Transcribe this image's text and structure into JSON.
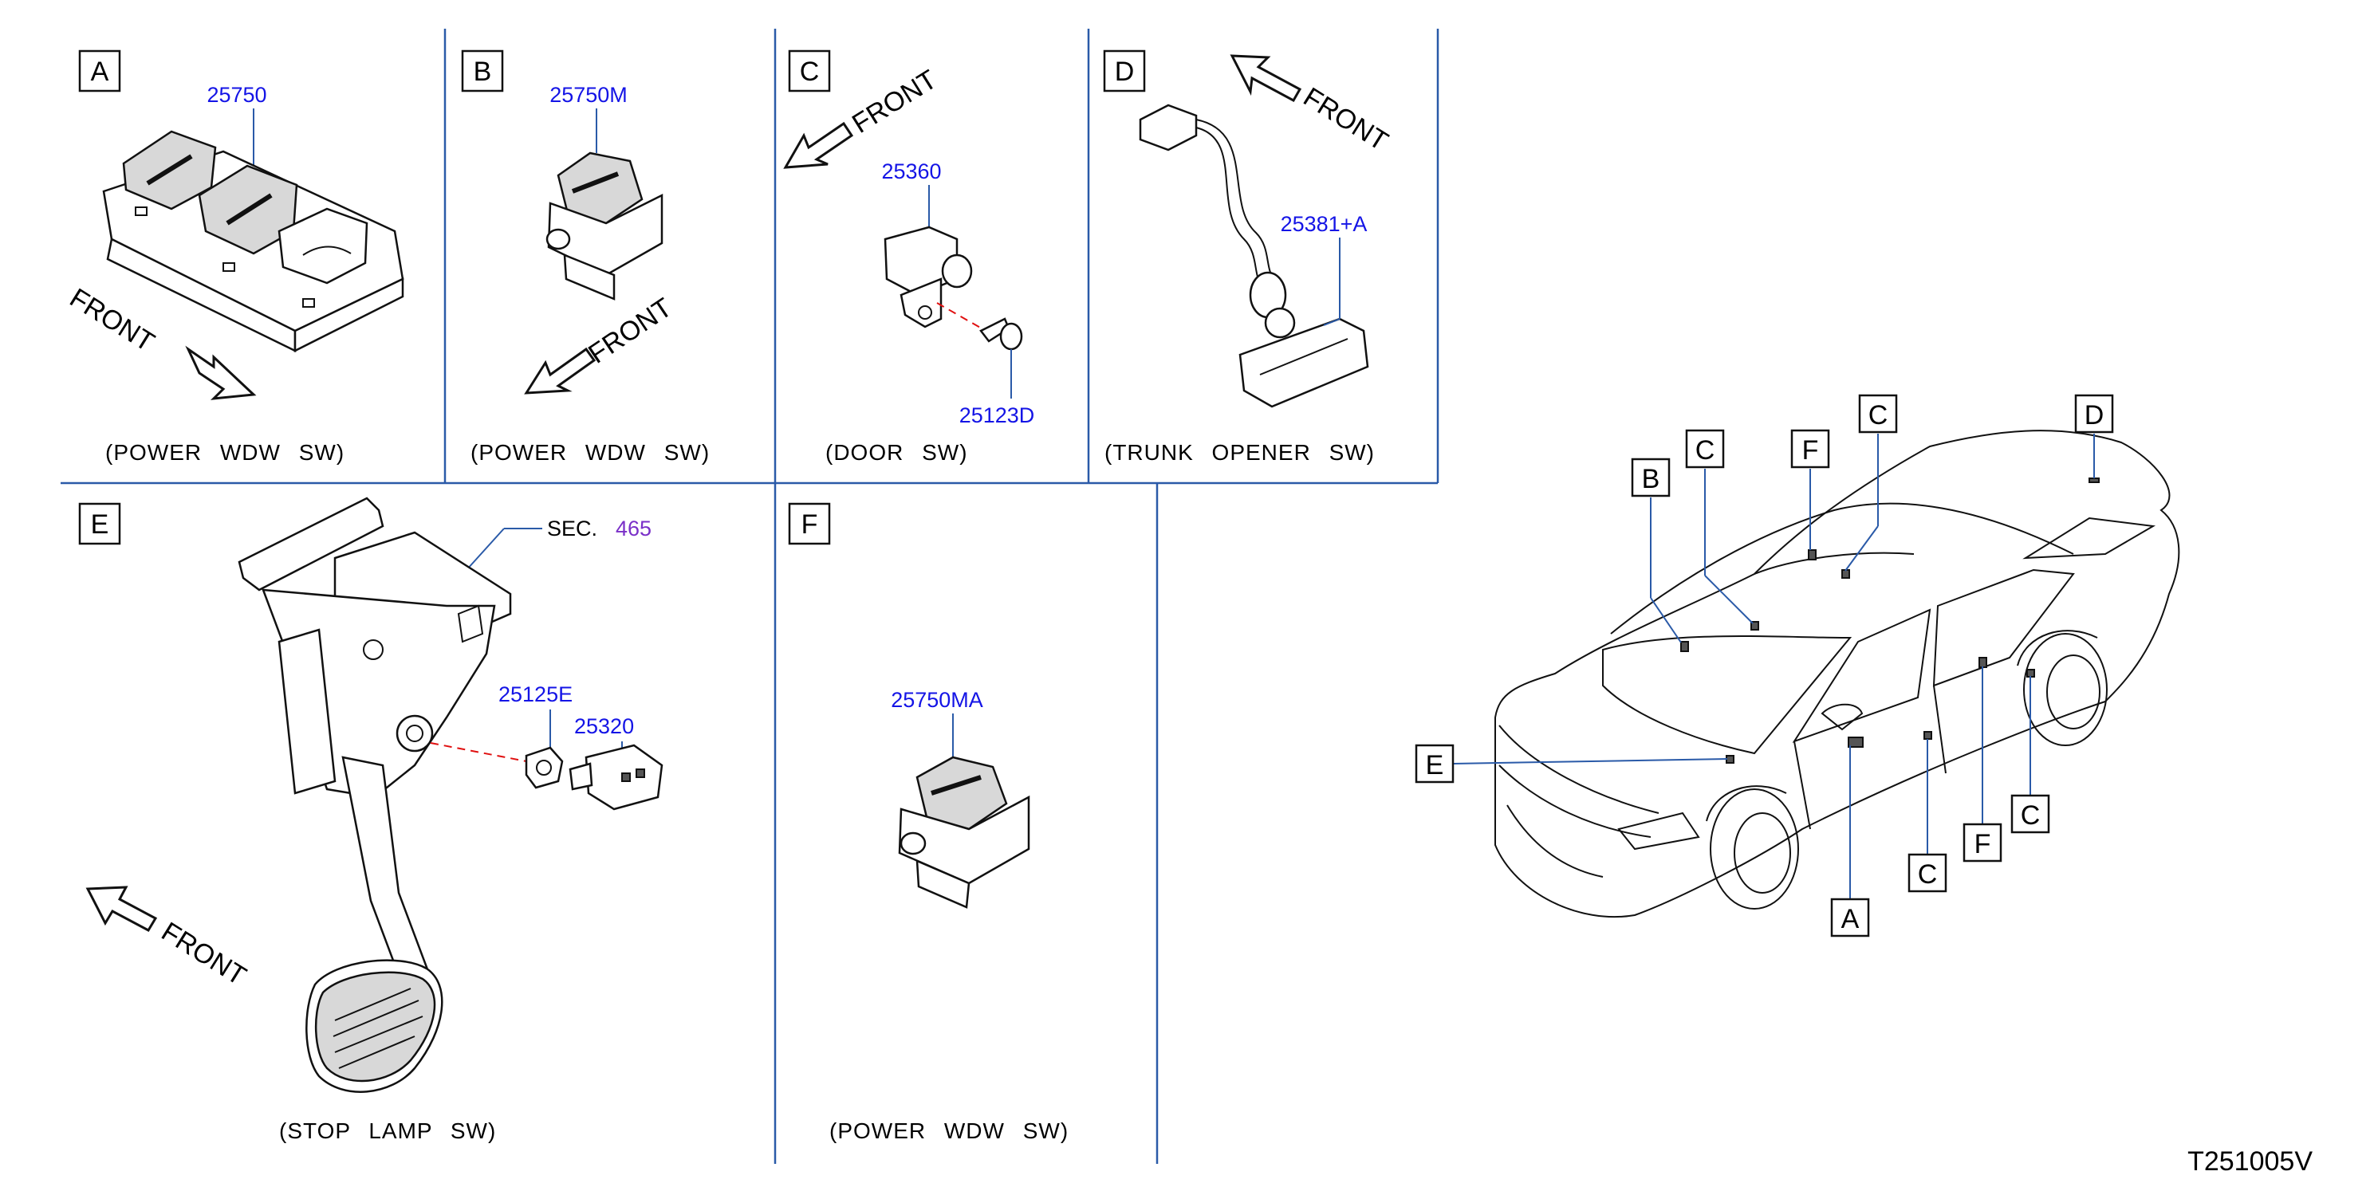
{
  "panels": {
    "A": {
      "label": "A",
      "part": "25750",
      "caption": "(POWER WDW SW)",
      "front": "FRONT"
    },
    "B": {
      "label": "B",
      "part": "25750M",
      "caption": "(POWER WDW SW)",
      "front": "FRONT"
    },
    "C": {
      "label": "C",
      "part_1": "25360",
      "part_2": "25123D",
      "caption": "(DOOR SW)",
      "front": "FRONT"
    },
    "D": {
      "label": "D",
      "part": "25381+A",
      "caption": "(TRUNK OPENER SW)",
      "front": "FRONT"
    },
    "E": {
      "label": "E",
      "sec_label": "SEC.",
      "sec_number": "465",
      "part_1": "25125E",
      "part_2": "25320",
      "caption": "(STOP LAMP SW)",
      "front": "FRONT"
    },
    "F": {
      "label": "F",
      "part": "25750MA",
      "caption": "(POWER WDW SW)"
    }
  },
  "car_callouts": [
    "B",
    "C",
    "F",
    "C",
    "D",
    "E",
    "A",
    "C",
    "F",
    "C"
  ],
  "diagram_code": "T251005V",
  "colors": {
    "divider": "#2a5aa8",
    "part_number": "#1414e6",
    "section_ref": "#7a30c8",
    "centerline": "#e01010"
  }
}
